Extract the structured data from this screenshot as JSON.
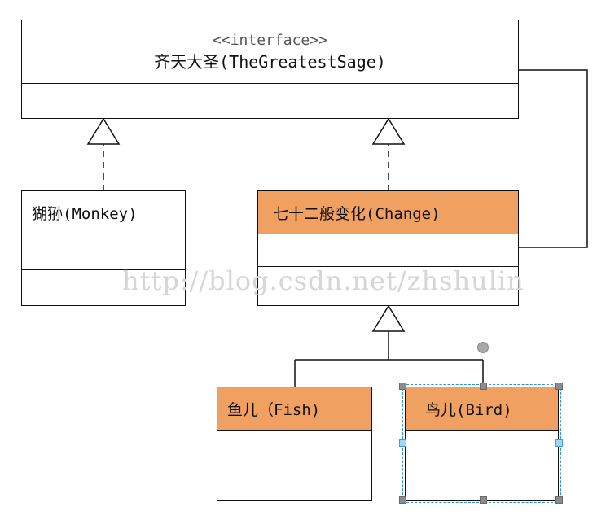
{
  "interface": {
    "stereotype": "<<interface>>",
    "name": "齐天大圣(TheGreatestSage)"
  },
  "classes": {
    "monkey": {
      "name": "猢狲(Monkey)"
    },
    "change": {
      "name": "七十二般变化(Change)"
    },
    "fish": {
      "name": "鱼儿（Fish)"
    },
    "bird": {
      "name": "鸟儿(Bird)"
    }
  },
  "watermark": "http://blog.csdn.net/zhshulin",
  "colors": {
    "highlight_fill": "#f0a060",
    "line": "#111111",
    "selection": "#2f8fd0"
  }
}
